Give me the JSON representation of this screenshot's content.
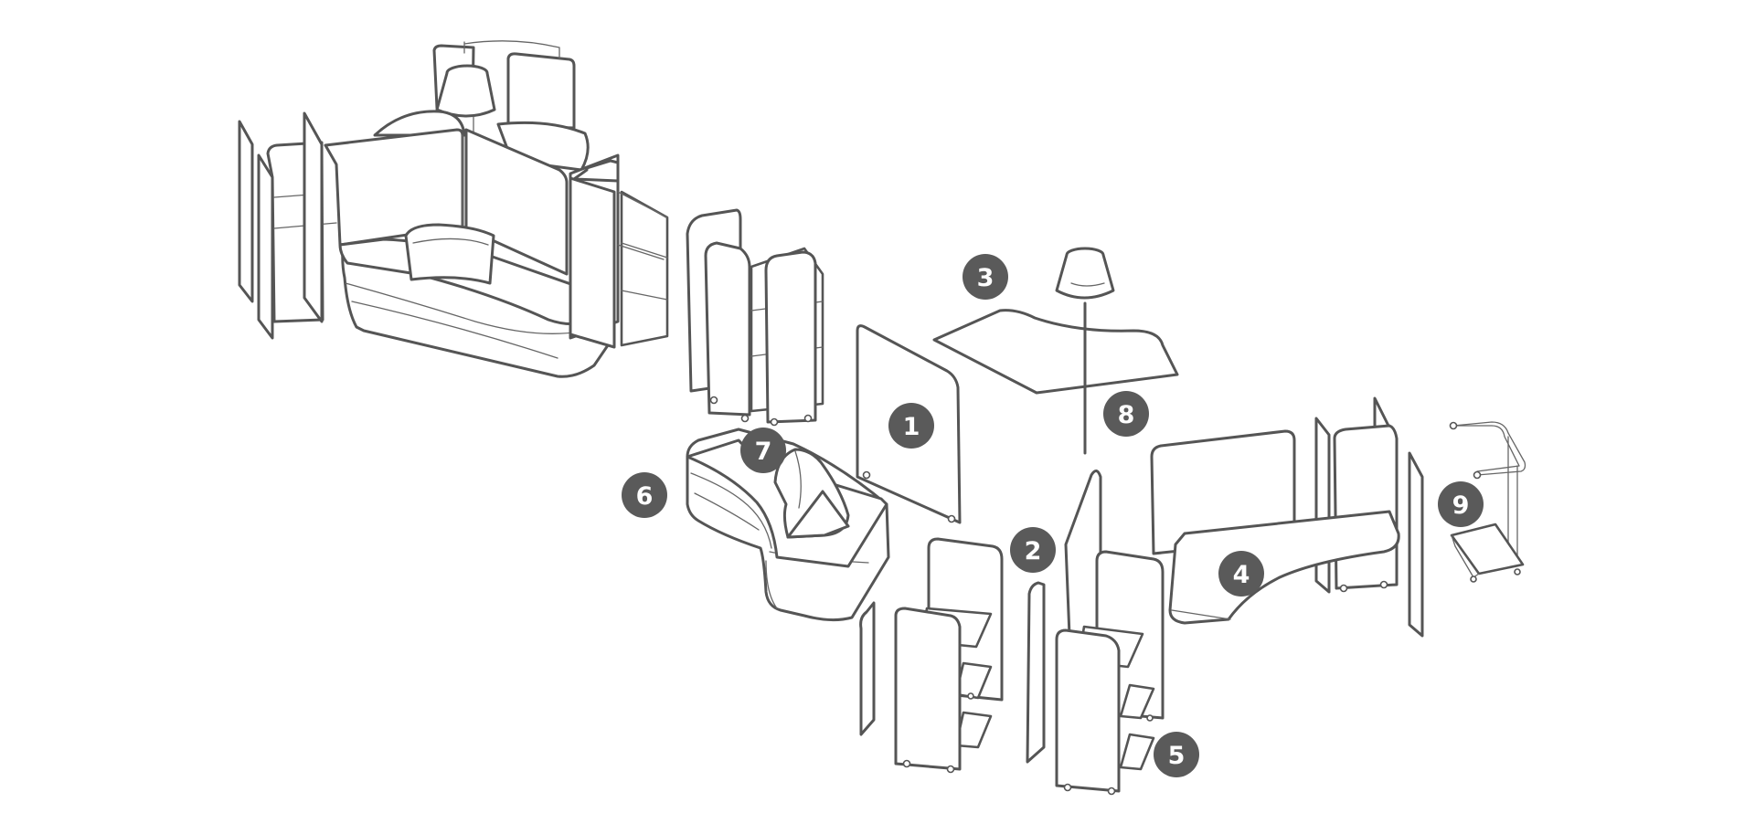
{
  "callouts": [
    {
      "label": "1",
      "part": "freestanding-screen"
    },
    {
      "label": "2",
      "part": "storage-panel-group-left"
    },
    {
      "label": "3",
      "part": "table-top"
    },
    {
      "label": "4",
      "part": "desk-workstation"
    },
    {
      "label": "5",
      "part": "storage-panel-group-right"
    },
    {
      "label": "6",
      "part": "curved-bench"
    },
    {
      "label": "7",
      "part": "backrest-cushion"
    },
    {
      "label": "8",
      "part": "floor-lamp"
    },
    {
      "label": "9",
      "part": "hanging-rail-cart"
    }
  ],
  "colors": {
    "line": "#555555",
    "badge_fill": "#5a5a5a",
    "badge_text": "#ffffff",
    "background": "#ffffff"
  }
}
